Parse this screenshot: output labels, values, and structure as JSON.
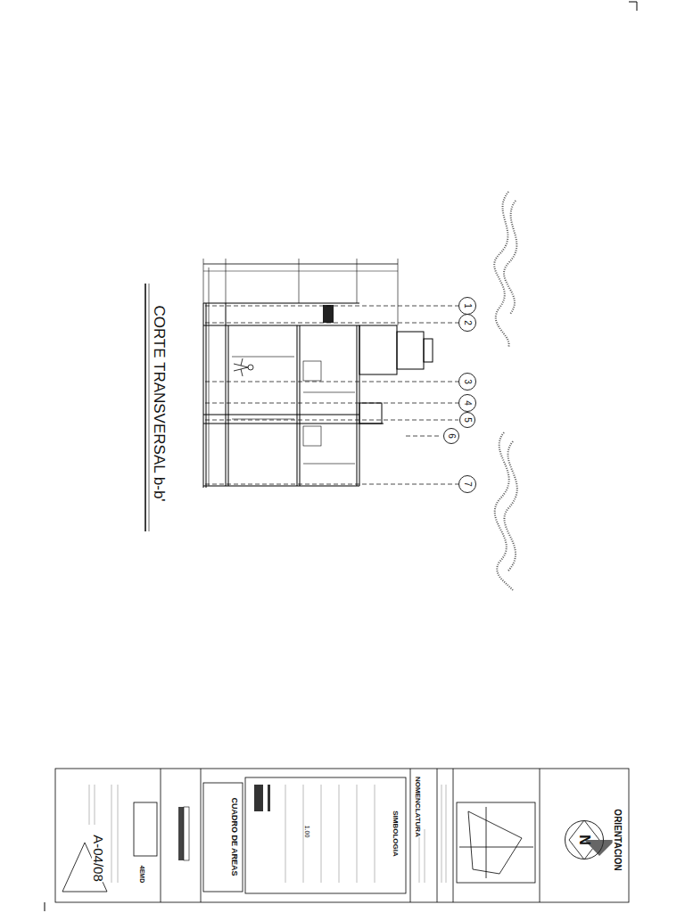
{
  "diagram": {
    "title": "CORTE TRANSVERSAL b-b'",
    "nodes": [
      {
        "text": [
          "1"
        ]
      },
      {
        "text": [
          "2"
        ]
      },
      {
        "text": [
          "3"
        ]
      },
      {
        "text": [
          "4"
        ]
      },
      {
        "text": [
          "5"
        ]
      },
      {
        "text": [
          "6"
        ]
      },
      {
        "text": [
          "7"
        ]
      },
      {
        "text": [
          "N"
        ]
      }
    ],
    "labels": [
      "ORIENTACION",
      "NOMENCLATURA",
      "SIMBOLOGIA",
      "CUADRO DE AREAS",
      "A-04/08",
      "4EMD",
      "1.00"
    ]
  }
}
